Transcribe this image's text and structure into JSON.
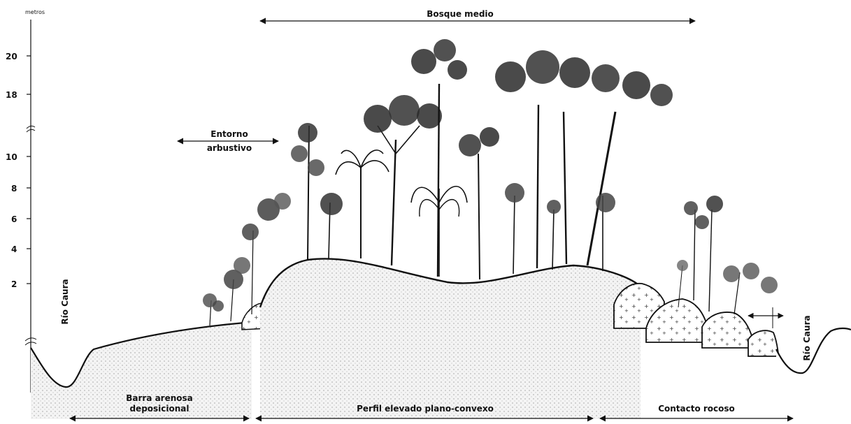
{
  "axis": {
    "unit": "metros",
    "ticks": [
      "20",
      "18",
      "10",
      "8",
      "6",
      "4",
      "2"
    ]
  },
  "labels": {
    "bosque_medio": "Bosque medio",
    "entorno_line1": "Entorno",
    "entorno_line2": "arbustivo",
    "rio_left": "Río Caura",
    "rio_right": "Río Caura",
    "barra_line1": "Barra arenosa",
    "barra_line2": "deposicional",
    "perfil": "Perfil elevado plano-convexo",
    "contacto": "Contacto rocoso"
  },
  "colors": {
    "ink": "#111111",
    "ground_fill": "#f7f7f7",
    "foliage": "#2a2a2a"
  }
}
